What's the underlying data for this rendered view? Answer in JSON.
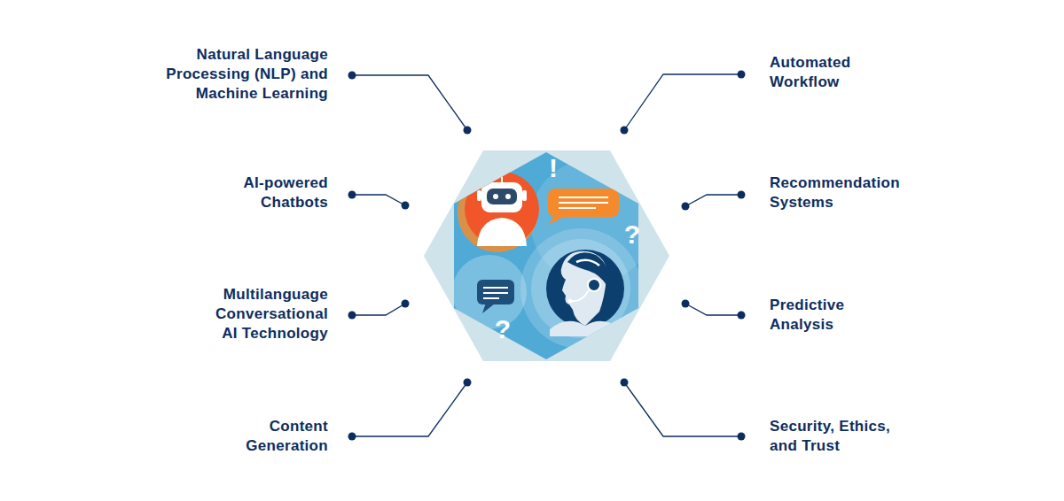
{
  "diagram": {
    "labels": [
      "Natural Language Processing (NLP) and Machine Learning",
      "AI-powered Chatbots",
      "Multilanguage Conversational AI Technology",
      "Content Generation",
      "Automated Workflow",
      "Recommendation Systems",
      "Predictive Analysis",
      "Security, Ethics, and Trust",
      "!",
      "?",
      "?"
    ]
  }
}
